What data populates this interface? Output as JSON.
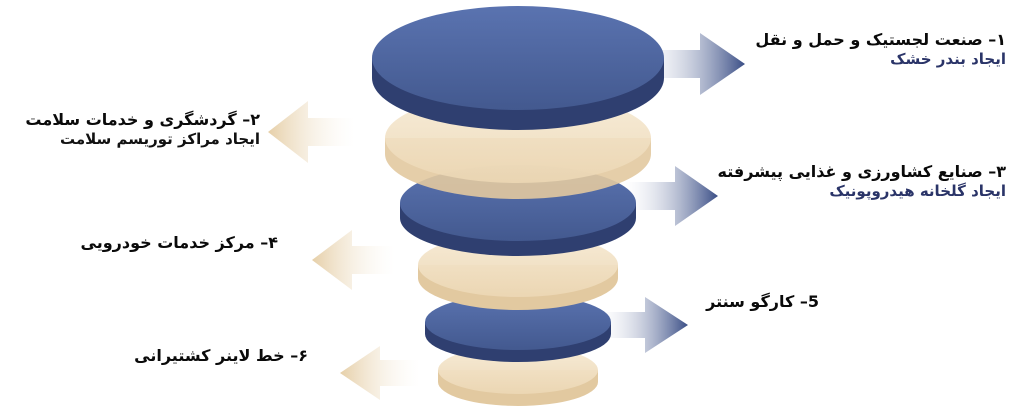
{
  "colors": {
    "navy_top": "#4f67a3",
    "navy_dark": "#2f3f70",
    "beige_top": "#f3e2c6",
    "beige_edge": "#e2c9a0",
    "arrow_navy": "#3e5288",
    "arrow_beige": "#ead7b6",
    "label_main": "#0a0a0a",
    "label_sub": "#2a3468"
  },
  "items": [
    {
      "main": "۱– صنعت لجستیک و حمل و نقل",
      "sub": "ایجاد بندر خشک"
    },
    {
      "main": "۲– گردشگری و خدمات سلامت",
      "sub": "ایجاد مراکز توریسم سلامت"
    },
    {
      "main": "۳– صنایع کشاورزی و غذایی پیشرفته",
      "sub": "ایجاد گلخانه هیدروپونیک"
    },
    {
      "main": "۴– مرکز خدمات خودرویی",
      "sub": ""
    },
    {
      "main": "5– کارگو سنتر",
      "sub": ""
    },
    {
      "main": "۶– خط لاینر کشتیرانی",
      "sub": ""
    }
  ]
}
